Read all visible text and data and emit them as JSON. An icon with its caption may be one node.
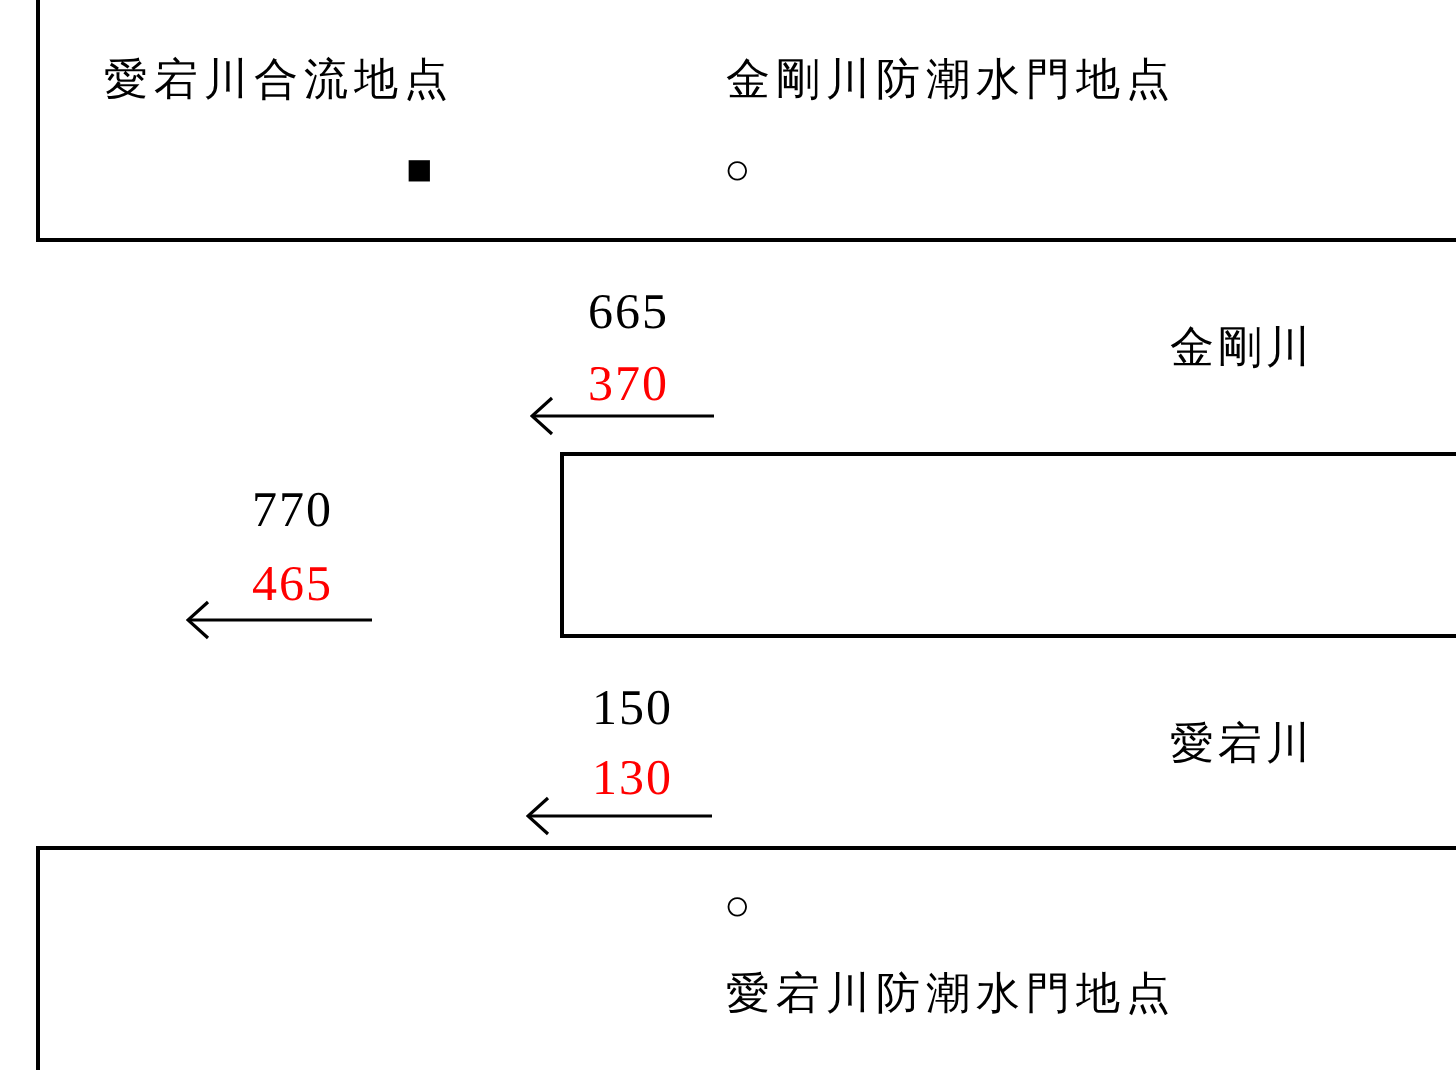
{
  "diagram": {
    "labels": [
      "愛宕川合流地点",
      "金剛川防潮水門地点",
      "■",
      "○",
      "665",
      "370",
      "金剛川",
      "770",
      "465",
      "150",
      "愛宕川",
      "130",
      "○",
      "愛宕川防潮水門地点"
    ]
  }
}
